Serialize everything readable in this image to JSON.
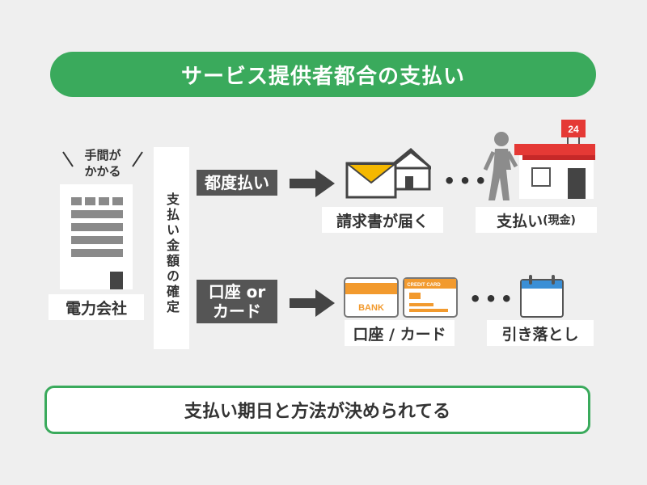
{
  "title": "サービス提供者都合の支払い",
  "company": {
    "hassle_line1": "手間が",
    "hassle_line2": "かかる",
    "label": "電力会社"
  },
  "amount_confirm": "支払い金額の確定",
  "row1": {
    "method": "都度払い",
    "step1": "請求書が届く",
    "step2_main": "支払い",
    "step2_sub": "(現金)",
    "store_sign": "24"
  },
  "row2": {
    "method_line1": "口座 or",
    "method_line2": "カード",
    "step1": "口座 / カード",
    "step2": "引き落とし",
    "bank_text": "BANK",
    "card_text": "CREDIT CARD"
  },
  "footer": "支払い期日と方法が決められてる",
  "colors": {
    "accent_green": "#3aaa5c",
    "dark_gray": "#555555",
    "store_red": "#e53935",
    "card_orange": "#f29a2e",
    "calendar_blue": "#3a8fd6"
  }
}
